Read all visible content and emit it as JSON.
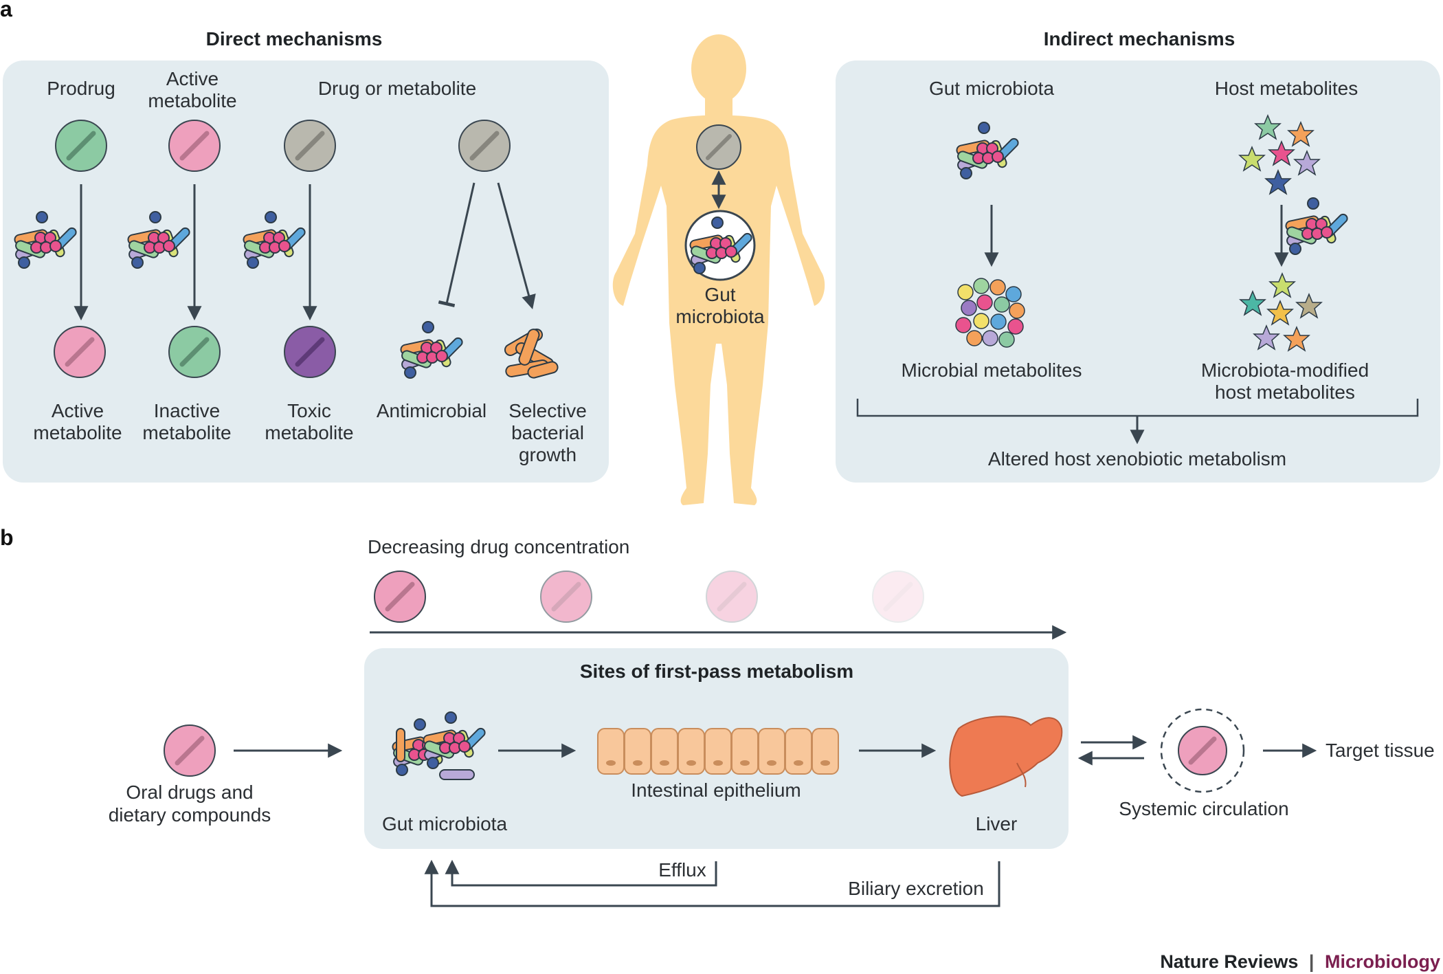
{
  "panel_a": {
    "letter": "a",
    "direct": {
      "title": "Direct mechanisms",
      "prodrug": "Prodrug",
      "active_metabolite_top": [
        "Active",
        "metabolite"
      ],
      "drug_or_metabolite": "Drug or metabolite",
      "active_metabolite_bottom": [
        "Active",
        "metabolite"
      ],
      "inactive_metabolite": [
        "Inactive",
        "metabolite"
      ],
      "toxic_metabolite": [
        "Toxic",
        "metabolite"
      ],
      "antimicrobial": "Antimicrobial",
      "selective_growth": [
        "Selective",
        "bacterial",
        "growth"
      ]
    },
    "body": {
      "label": [
        "Gut",
        "microbiota"
      ]
    },
    "indirect": {
      "title": "Indirect mechanisms",
      "gut_microbiota": "Gut microbiota",
      "host_metabolites": "Host metabolites",
      "microbial_metabolites": "Microbial metabolites",
      "modified_host": [
        "Microbiota-modified",
        "host metabolites"
      ],
      "altered": "Altered host xenobiotic metabolism"
    }
  },
  "panel_b": {
    "letter": "b",
    "decreasing": "Decreasing drug concentration",
    "sites_title": "Sites of first-pass metabolism",
    "oral": [
      "Oral drugs and",
      "dietary compounds"
    ],
    "gut_microbiota": "Gut microbiota",
    "epithelium": "Intestinal epithelium",
    "liver": "Liver",
    "systemic": "Systemic circulation",
    "target": "Target tissue",
    "efflux": "Efflux",
    "biliary": "Biliary excretion"
  },
  "credit": {
    "journal": "Nature Reviews",
    "separator": "|",
    "section": "Microbiology"
  },
  "colors": {
    "panel_bg": "#e3ecf0",
    "green_pill": "#8ccaa3",
    "pink_pill": "#eea0bd",
    "grey_pill": "#b9b8ae",
    "purple_pill": "#8a5ca6",
    "body": "#fcd99a",
    "arrow": "#3a4650",
    "microbiology": "#7b1f4f"
  }
}
